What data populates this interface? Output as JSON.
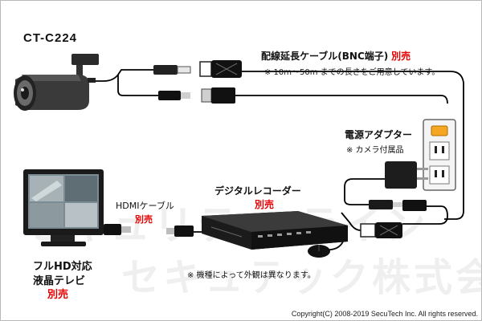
{
  "camera": {
    "model": "CT-C224"
  },
  "cable": {
    "title": "配線延長ケーブル(BNC端子)",
    "sold_separately": "別売",
    "note": "※ 10m〜50m までの長さをご用意しています。"
  },
  "adapter": {
    "title": "電源アダプター",
    "note": "※ カメラ付属品"
  },
  "recorder": {
    "title": "デジタルレコーダー",
    "sold_separately": "別売",
    "note": "※ 機種によって外観は異なります。"
  },
  "hdmi": {
    "title": "HDMIケーブル",
    "sold_separately": "別売"
  },
  "tv": {
    "title_line1": "フルHD対応",
    "title_line2": "液晶テレビ",
    "sold_separately": "別売"
  },
  "watermark": {
    "line1": "セキュリティ ライン",
    "line2": "セキュテック株式会社"
  },
  "footer": {
    "copyright": "Copyright(C) 2008-2019 SecuTech Inc. All rights reserved."
  },
  "colors": {
    "accent_red": "#e60000",
    "outlet_orange": "#f5a623",
    "wire": "#000000"
  }
}
